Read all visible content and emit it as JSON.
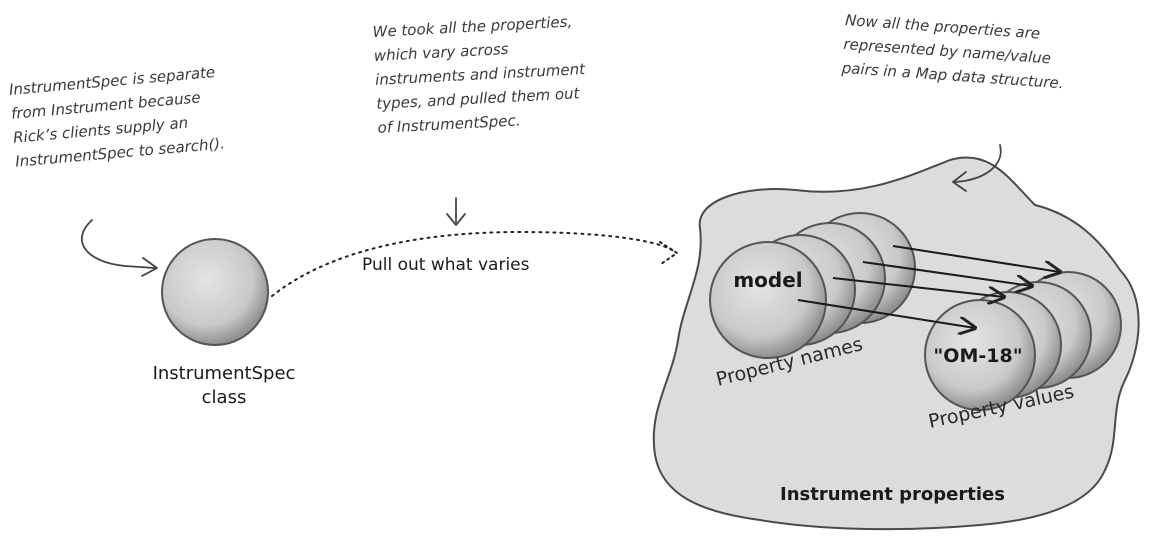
{
  "annotations": {
    "left": [
      "InstrumentSpec is separate",
      "from Instrument because",
      "Rick’s clients supply an",
      "InstrumentSpec to search()."
    ],
    "middle": [
      "We took all the properties,",
      "which vary across",
      "instruments and instrument",
      "types, and pulled them out",
      "of InstrumentSpec."
    ],
    "right": [
      "Now all the properties are",
      "represented by name/value",
      "pairs in a Map data structure."
    ]
  },
  "class_node": {
    "line1": "InstrumentSpec",
    "line2": "class"
  },
  "arrow_label": "Pull out what varies",
  "map": {
    "title": "Instrument properties",
    "name_disc": "model",
    "value_disc": "\"OM-18\"",
    "names_caption": "Property names",
    "values_caption": "Property values"
  },
  "colors": {
    "blob_fill": "#dcdcdc",
    "blob_stroke": "#4a4a4a",
    "disc_fill": "#cfcfcf",
    "ink": "#2a2a2a"
  }
}
